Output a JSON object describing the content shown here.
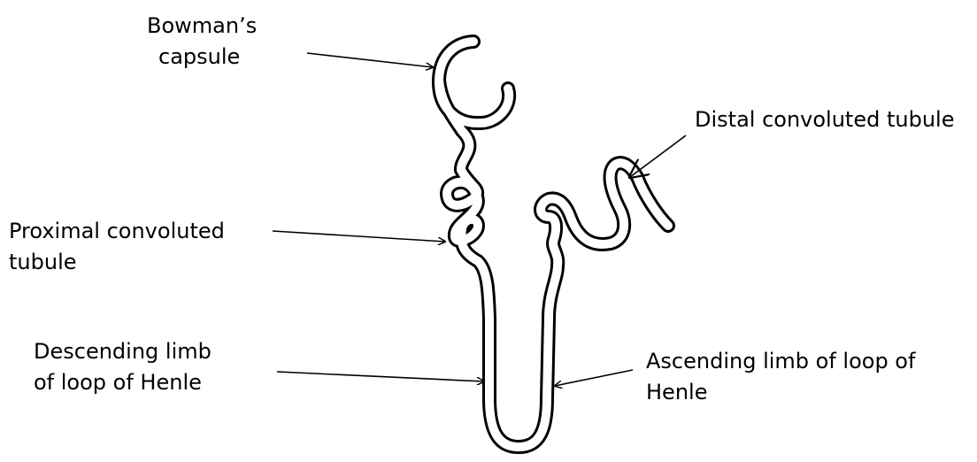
{
  "labels": {
    "bowmans_capsule": [
      "Bowman’s",
      "capsule"
    ],
    "distal_convoluted_tubule": [
      "Distal convoluted tubule"
    ],
    "proximal_convoluted_tubule": [
      "Proximal convoluted",
      "tubule"
    ],
    "descending_limb": [
      "Descending limb",
      "of loop of Henle"
    ],
    "ascending_limb": [
      "Ascending limb of loop of",
      "Henle"
    ]
  }
}
